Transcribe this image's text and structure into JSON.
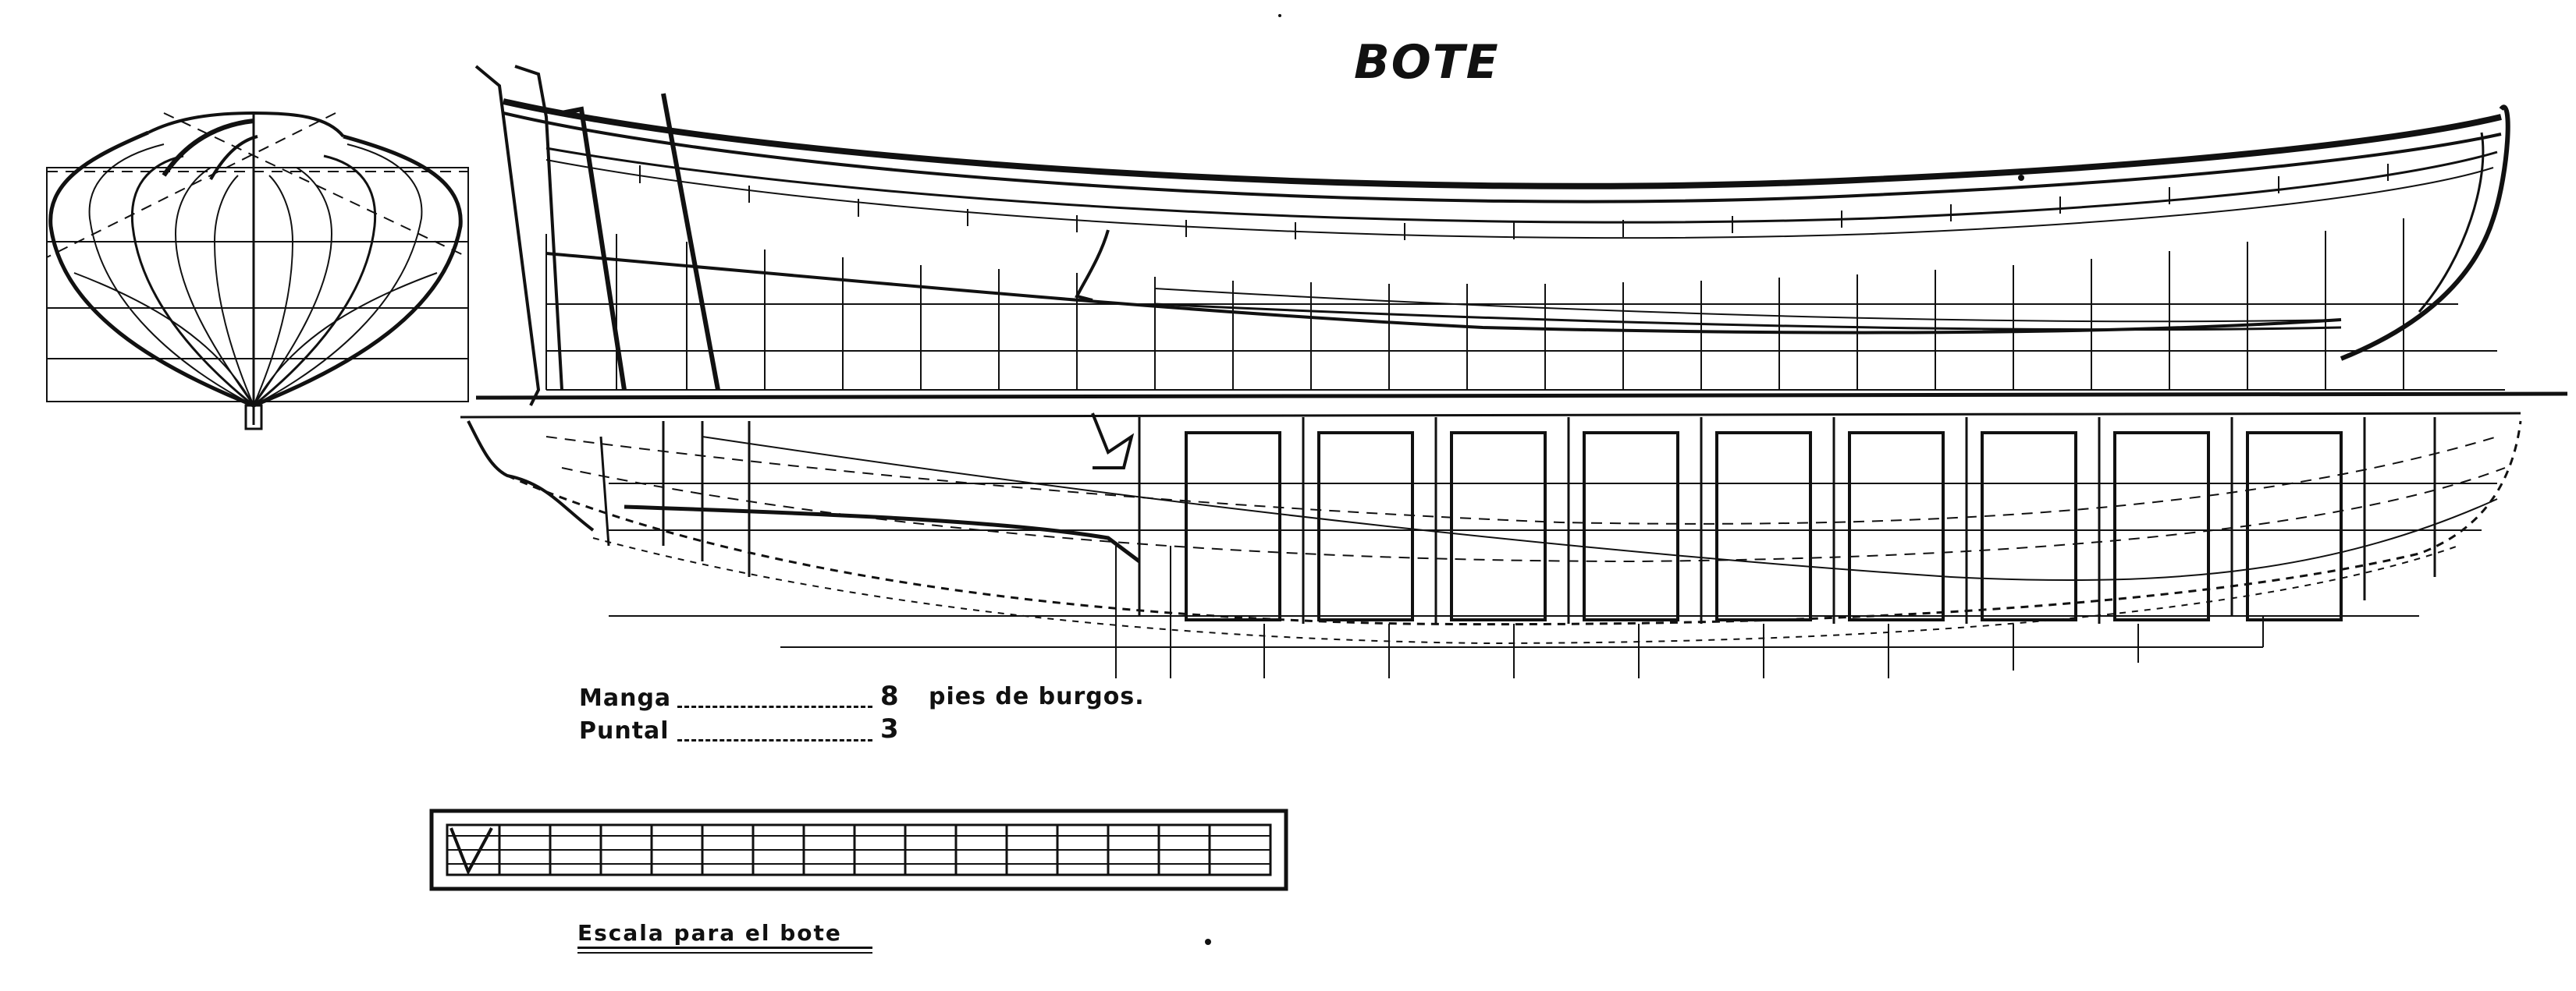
{
  "title": "BOTE",
  "specs": {
    "manga_label": "Manga",
    "manga_value": "8",
    "manga_unit": "pies de burgos.",
    "puntal_label": "Puntal",
    "puntal_value": "3"
  },
  "scale": {
    "caption": "Escala para el bote"
  },
  "colors": {
    "ink": "#111111",
    "paper": "#ffffff"
  }
}
